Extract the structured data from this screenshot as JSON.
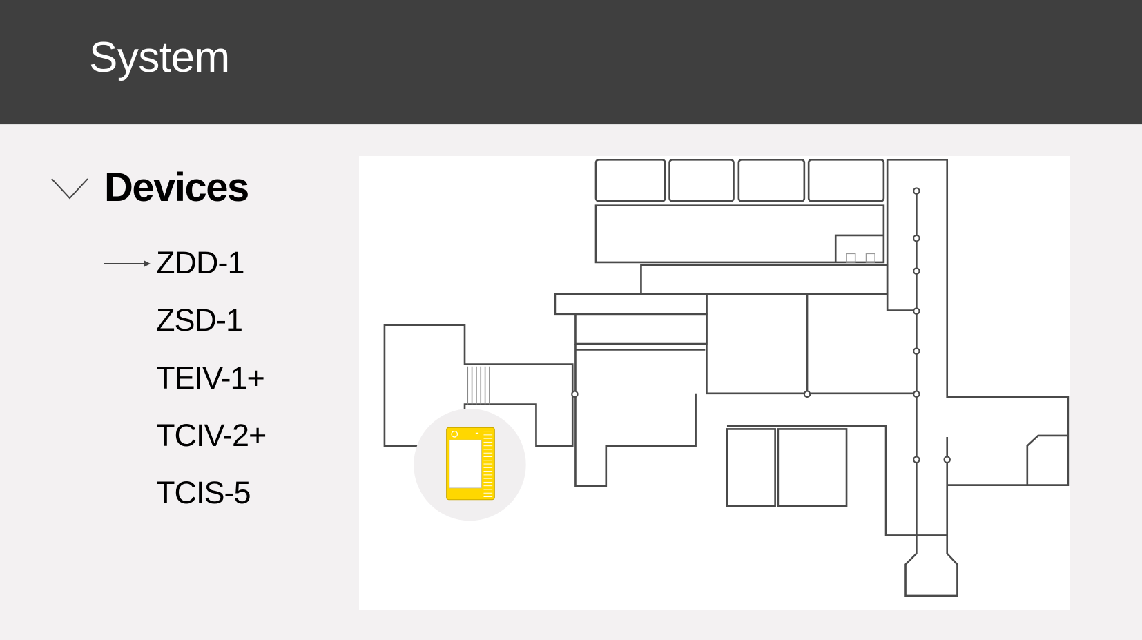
{
  "header": {
    "title": "System"
  },
  "sidebar": {
    "section_label": "Devices",
    "expanded": true,
    "selected_index": 0,
    "items": [
      {
        "label": "ZDD-1"
      },
      {
        "label": "ZSD-1"
      },
      {
        "label": "TEIV-1+"
      },
      {
        "label": "TCIV-2+"
      },
      {
        "label": "TCIS-5"
      }
    ]
  },
  "map": {
    "device_marker_color": "#ffd700",
    "marker_bg_color": "#f1eff0"
  }
}
